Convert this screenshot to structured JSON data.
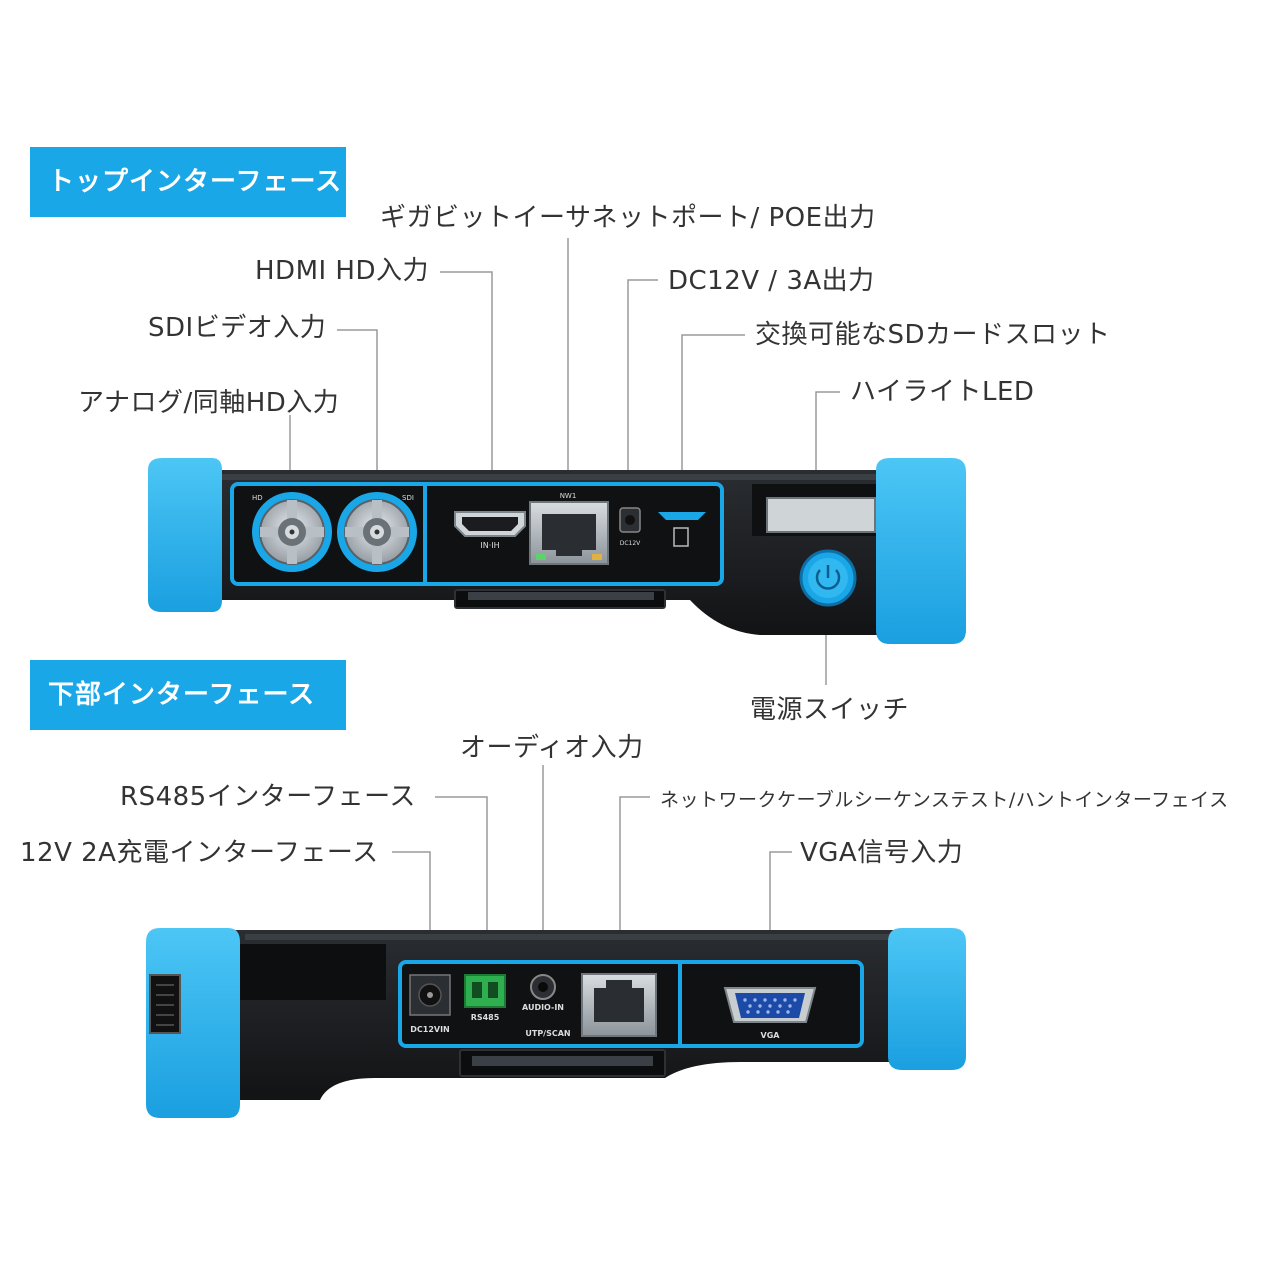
{
  "sections": {
    "top": "トップインターフェース",
    "bottom": "下部インターフェース"
  },
  "top_labels": {
    "gigabit": "ギガビットイーサネットポート/ POE出力",
    "hdmi": "HDMI HD入力",
    "dc": "DC12V / 3A出力",
    "sdi": "SDIビデオ入力",
    "sdcard": "交換可能なSDカードスロット",
    "analog": "アナログ/同軸HD入力",
    "led": "ハイライトLED",
    "power": "電源スイッチ"
  },
  "bottom_labels": {
    "audio": "オーディオ入力",
    "rs485": "RS485インターフェース",
    "network": "ネットワークケーブルシーケンステスト/ハントインターフェイス",
    "charge": "12V 2A充電インターフェース",
    "vga": "VGA信号入力"
  },
  "device_markings": {
    "hd": "HD",
    "sdi": "SDI",
    "hdmi_in": "IN·IH",
    "nw": "NW1",
    "dc_out": "DC12V",
    "dc_in": "DC12VIN",
    "rs485": "RS485",
    "audio_in": "AUDIO-IN",
    "utp": "UTP/SCAN",
    "vga": "VGA"
  },
  "colors": {
    "accent": "#1aa7e8",
    "bumper": "#2bb4ee",
    "body": "#1b1d20",
    "line": "#9a9a9a"
  }
}
